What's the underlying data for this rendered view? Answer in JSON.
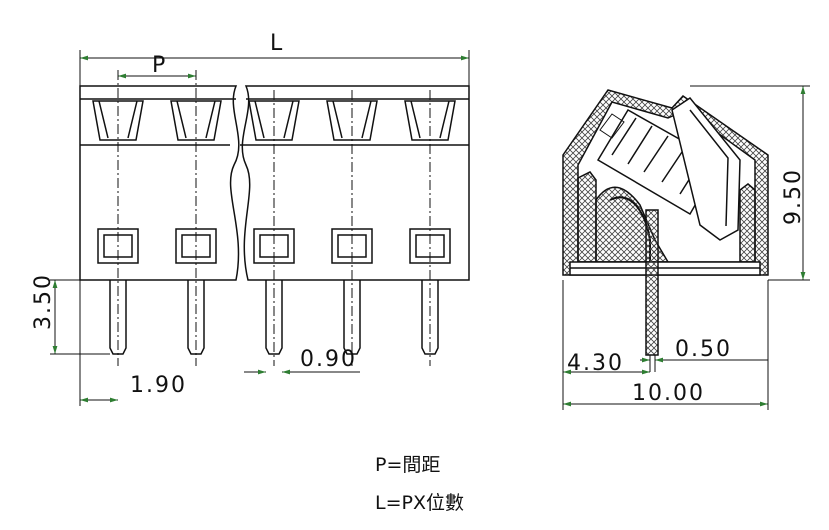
{
  "front_view": {
    "dim_L": "L",
    "dim_P": "P",
    "dim_height": "3.50",
    "dim_offset": "1.90",
    "dim_pin": "0.90"
  },
  "side_view": {
    "dim_height": "9.50",
    "dim_left": "4.30",
    "dim_pin": "0.50",
    "dim_width": "10.00"
  },
  "notes": {
    "line1": "P=間距",
    "line2": "L=PX位數"
  },
  "colors": {
    "line": "#111111",
    "arrow": "#2e7d32"
  }
}
